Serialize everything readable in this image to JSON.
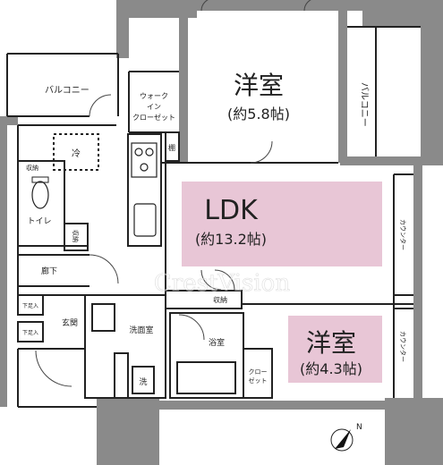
{
  "rooms": {
    "western_north_name": "洋室",
    "western_north_size": "(約5.8帖)",
    "ldk_name": "LDK",
    "ldk_size": "(約13.2帖)",
    "western_south_name": "洋室",
    "western_south_size": "(約4.3帖)",
    "balcony_west": "バルコニー",
    "balcony_east": "バルコニー",
    "walk_in_closet": [
      "ウォーク",
      "イン",
      "クローゼット"
    ],
    "toilet": "トイレ",
    "hallway": "廊下",
    "entrance": "玄関",
    "washroom": "洗面室",
    "bathroom": "浴室",
    "closet": [
      "クロー",
      "ゼット"
    ]
  },
  "fixtures": {
    "fridge": "冷",
    "storage_a": "収納",
    "storage_b": "収納",
    "storage_c": "収納",
    "shelf": "棚",
    "shoe_1": "下足入",
    "shoe_2": "下足入",
    "washer": "洗",
    "counter_upper": "カウンター",
    "counter_lower": "カウンター"
  },
  "watermark": "CrestVision",
  "compass_label": "N",
  "colors": {
    "wall": "#8a8a8a",
    "ldk_fill": "#e8c6d6",
    "line": "#222222"
  }
}
